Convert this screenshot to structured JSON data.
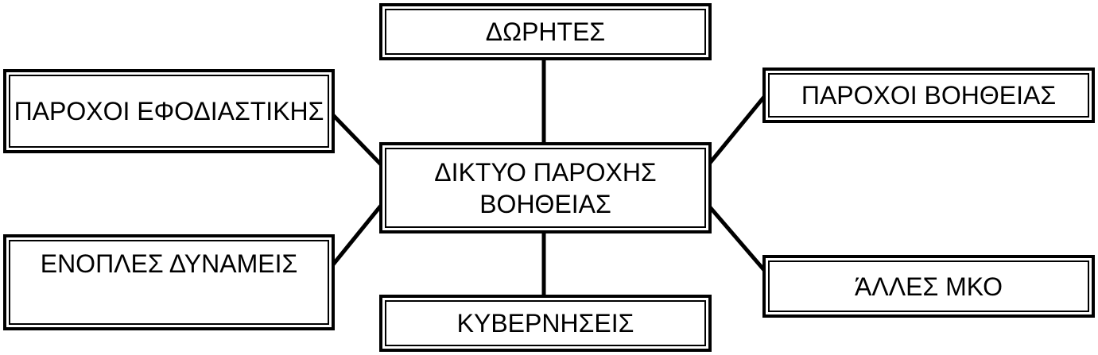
{
  "diagram": {
    "background_color": "#ffffff",
    "box_border_color": "#000000",
    "connector_color": "#000000",
    "text_color": "#000000",
    "nodes": {
      "center": {
        "label": "ΔΙΚΤΥΟ ΠΑΡΟΧΗΣ ΒΟΗΘΕΙΑΣ"
      },
      "top": {
        "label": "ΔΩΡΗΤΕΣ"
      },
      "top_left": {
        "label": "ΠΑΡΟΧΟΙ ΕΦΟΔΙΑΣΤΙΚΗΣ"
      },
      "top_right": {
        "label": "ΠΑΡΟΧΟΙ ΒΟΗΘΕΙΑΣ"
      },
      "bottom_left": {
        "label": "ΕΝΟΠΛΕΣ ΔΥΝΑΜΕΙΣ"
      },
      "bottom_right": {
        "label": "ΆΛΛΕΣ ΜΚΟ"
      },
      "bottom": {
        "label": "ΚΥΒΕΡΝΗΣΕΙΣ"
      }
    }
  }
}
